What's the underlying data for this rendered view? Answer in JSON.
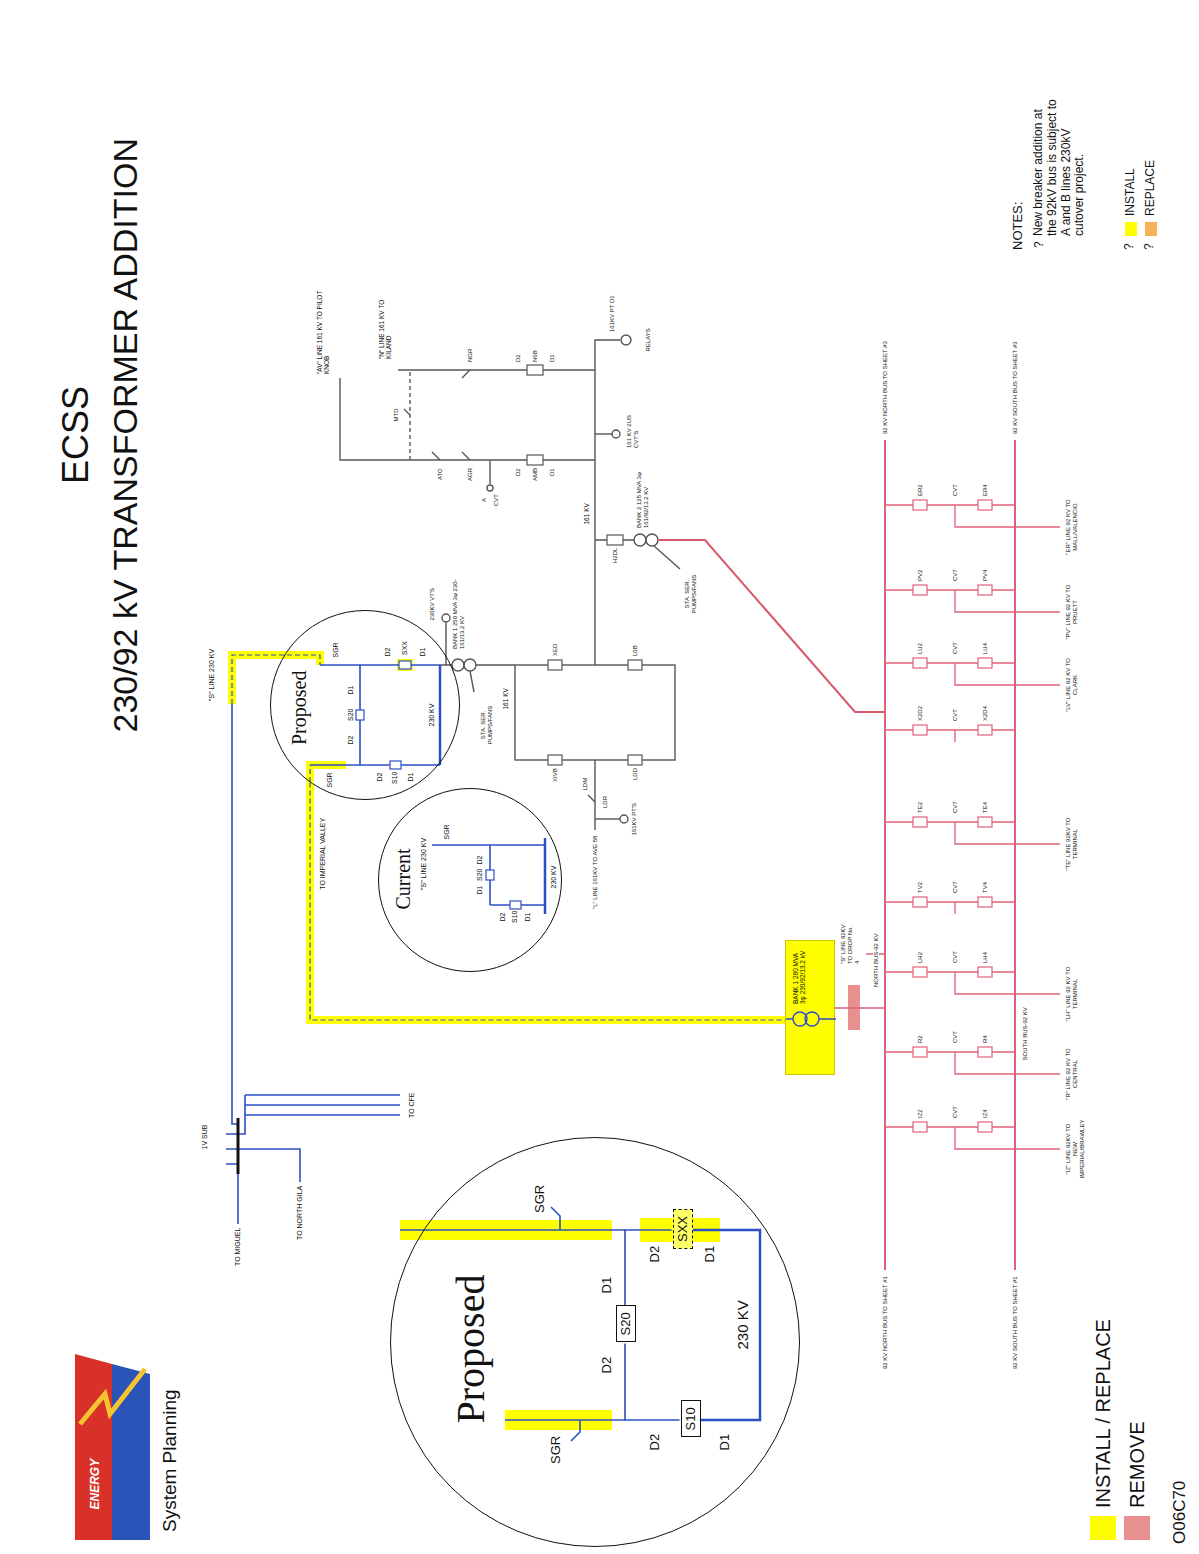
{
  "diagram": {
    "title": "230/92 kV TRANSFORMER ADDITION",
    "nodes": [
      {
        "text": [
          "Proposed"
        ]
      },
      {
        "text": [
          "S20"
        ],
        "in": 0
      },
      {
        "text": [
          "S10"
        ],
        "in": 0
      },
      {
        "text": [
          "SXX"
        ],
        "in": 0
      },
      {
        "text": [
          "Proposed"
        ]
      },
      {
        "text": [
          "Current"
        ]
      },
      {
        "text": [
          "BANK 1 280 MVA 3φ 230/92/13.2 kV"
        ]
      }
    ],
    "edges": [
      {
        "from": 1,
        "to": 3,
        "arrow": "none"
      },
      {
        "from": 1,
        "to": 2,
        "arrow": "none"
      },
      {
        "from": 3,
        "to": 2,
        "arrow": "none"
      },
      {
        "from": 4,
        "to": 6,
        "label": "TO IMPERIAL VALLEY",
        "arrow": "none"
      }
    ],
    "labels": [
      "ECSS",
      "System Planning",
      "ENERGY",
      "O06C70",
      "NOTES:",
      "?",
      "New breaker addition at the 92kV bus is subject to A and B lines 230kV cutover project.",
      "?",
      "?",
      "SGR",
      "D2",
      "D1",
      "D1",
      "D2",
      "SGR",
      "D2",
      "D1",
      "230 KV",
      "\"S\" LINE 230 KV",
      "SGR",
      "D2",
      "SXX",
      "D1",
      "D2",
      "S20",
      "D1",
      "SGR",
      "D2",
      "S10",
      "D1",
      "230 KV",
      "\"S\" LINE 230 KV",
      "SGR",
      "D2",
      "S20",
      "D1",
      "D2",
      "S10",
      "D1",
      "230 KV",
      "1V SUB",
      "TO MIGUEL",
      "TO NORTH GILA",
      "TO CFE",
      "\"S\" LINE 92KV TO DROP No. 4",
      "NORTH BUS-92 KV",
      "SOUTH BUS-92 KV",
      "92 KV NORTH BUS TO SHEET #3",
      "92 KV SOUTH BUS TO SHEET #3",
      "92 KV NORTH BUS TO SHEET #1",
      "92 KV SOUTH BUS TO SHEET #1",
      "IZ2",
      "IZ4",
      "R2",
      "R4",
      "LH2",
      "LH4",
      "TV2",
      "TV4",
      "TE2",
      "TE4",
      "X2D2",
      "X2D4",
      "LU2",
      "LU4",
      "PV2",
      "PV4",
      "ER2",
      "ER4",
      "CVT",
      "CVT",
      "CVT",
      "CVT",
      "CVT",
      "CVT",
      "CVT",
      "CVT",
      "CVT",
      "\"IZ\" LINE 92KV TO NEW IMPERIAL/BRAWLEY",
      "\"R\" LINE 92 KV TO CENTRAL",
      "\"LH\" LINE 92 KV TO TERMINAL",
      "\"TE\" LINE 92KV TO TERMINAL",
      "\"LV\" LINE 92 KV TO CLARK",
      "\"PV\" LINE 92 KV TO PRUETT",
      "\"ER\" LINE 92 KV TO MALL/VALENCIO",
      "\"AV\" LINE 161 KV TO PILOT KNOB",
      "\"N\" LINE 161 KV TO KILAND",
      "MTD",
      "ATO",
      "AGR",
      "A",
      "CVT",
      "D2",
      "AMB",
      "D1",
      "NGR",
      "D2",
      "N6B",
      "D1",
      "161KV PT D1",
      "RELAYS",
      "161 KV",
      "H2DL",
      "BANK 2 125 MVA 3φ 161/92/13.2 KV",
      "161 KV 2US CVT'S",
      "STA. SER. PUMPS/FANS",
      "BANK 1 250 MVA 3φ 230-161/13.2 KV",
      "230KV VT'S",
      "STA. SER. PUMPS/FANS",
      "161 KV",
      "XED",
      "L0B",
      "XIVB",
      "LDD",
      "LDM",
      "LDR",
      "161KV PT'S",
      "\"L\" LINE 161KV TO AVE 58"
    ],
    "legend": [
      {
        "text": "INSTALL / REPLACE",
        "color": "#ffff00"
      },
      {
        "text": "REMOVE",
        "color": "#e8908f"
      },
      {
        "text": "INSTALL",
        "color": "#ffff00"
      },
      {
        "text": "REPLACE",
        "color": "#f7b356"
      }
    ]
  }
}
